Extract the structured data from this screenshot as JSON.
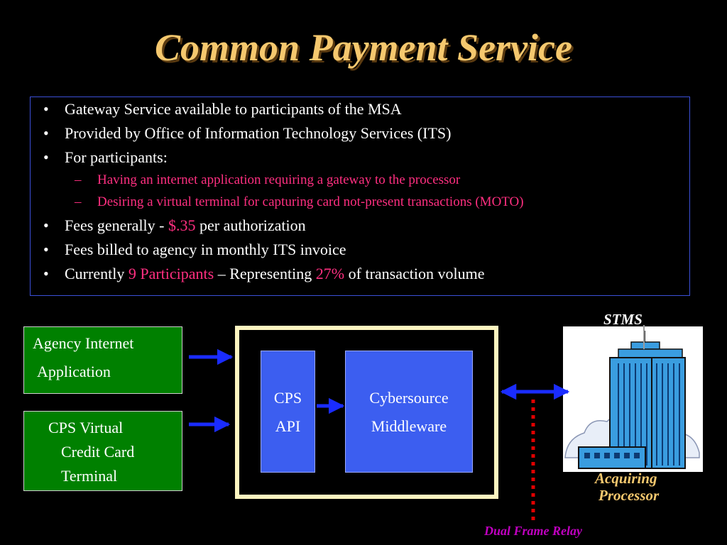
{
  "title": "Common Payment Service",
  "bullets": {
    "b1": "Gateway Service available to participants of the MSA",
    "b2": "Provided by Office of Information Technology Services (ITS)",
    "b3": "For participants:",
    "sub1": "Having an internet application requiring a gateway to the processor",
    "sub2": "Desiring a virtual terminal for capturing card not-present transactions (MOTO)",
    "b4_pre": "Fees generally - ",
    "b4_hl": "$.35",
    "b4_post": " per authorization",
    "b5": "Fees billed to agency in monthly ITS invoice",
    "b6_pre": "Currently ",
    "b6_hl1": "9 Participants",
    "b6_mid": " – Representing ",
    "b6_hl2": "27%",
    "b6_post": " of transaction volume",
    "bullet_glyph": "•",
    "dash_glyph": "–"
  },
  "diagram": {
    "agency_line1": "Agency Internet",
    "agency_line2": "Application",
    "vt_line1": "CPS Virtual",
    "vt_line2": "Credit Card",
    "vt_line3": "Terminal",
    "cps_line1": "CPS",
    "cps_line2": "API",
    "cyber_line1": "Cybersource",
    "cyber_line2": "Middleware",
    "stms": "STMS",
    "acq_line1": "Acquiring",
    "acq_line2": "Processor",
    "dual": "Dual Frame Relay"
  },
  "colors": {
    "title": "#f5c86e",
    "highlight": "#ff2f80",
    "green_box": "#008000",
    "blue_box": "#3c5ef0",
    "arrow": "#1a2cff",
    "relay": "#e00000",
    "dual_label": "#c000c0"
  }
}
